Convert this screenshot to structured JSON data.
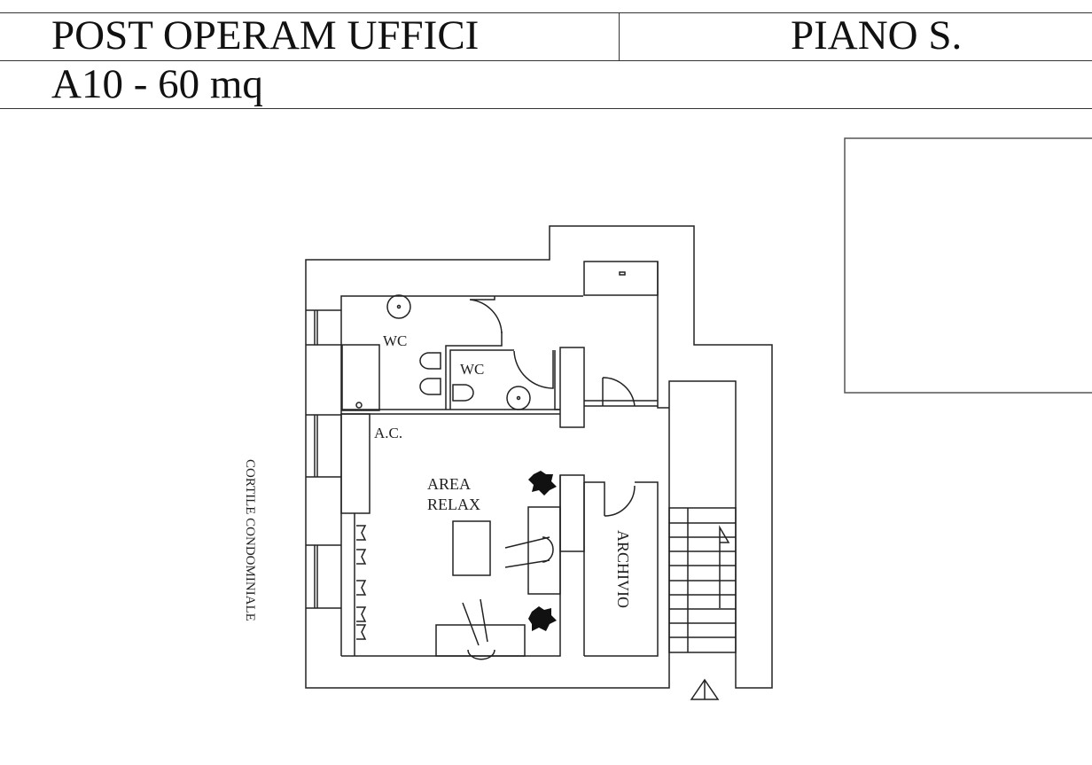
{
  "header": {
    "title": "POST OPERAM UFFICI",
    "floor": "PIANO S.",
    "unit": "A10 - 60 mq"
  },
  "plan": {
    "rooms": {
      "wc_1": "WC",
      "wc_2": "WC",
      "ac": "A.C.",
      "area_relax_line1": "AREA",
      "area_relax_line2": "RELAX",
      "archivio": "ARCHIVIO"
    },
    "courtyard_label": "CORTILE CONDOMINIALE"
  }
}
